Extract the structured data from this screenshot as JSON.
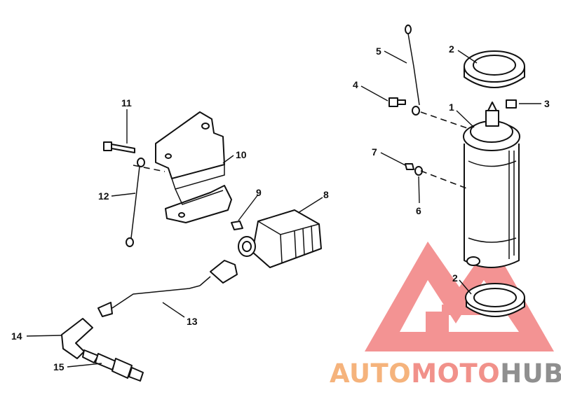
{
  "watermark": {
    "part1": "AUTO",
    "part2": "MOTO",
    "part3": "HUB",
    "colors": {
      "auto": "#f5b37c",
      "moto": "#f1918a",
      "hub": "#8f8f8f",
      "logo": "#ef6f6f"
    }
  },
  "callouts": [
    "1",
    "2",
    "2",
    "3",
    "4",
    "5",
    "6",
    "7",
    "8",
    "9",
    "10",
    "11",
    "12",
    "13",
    "14",
    "15"
  ],
  "parts": [
    "starter-motor",
    "rubber-collar-top",
    "rubber-collar-bottom",
    "terminal-nut",
    "bolt",
    "ground-cable",
    "lock-washer",
    "nut",
    "ignition-coil",
    "coil-nut",
    "coil-bracket",
    "bracket-bolt",
    "bracket-ground-lead",
    "high-tension-lead",
    "spark-plug-boot",
    "spark-plug"
  ]
}
